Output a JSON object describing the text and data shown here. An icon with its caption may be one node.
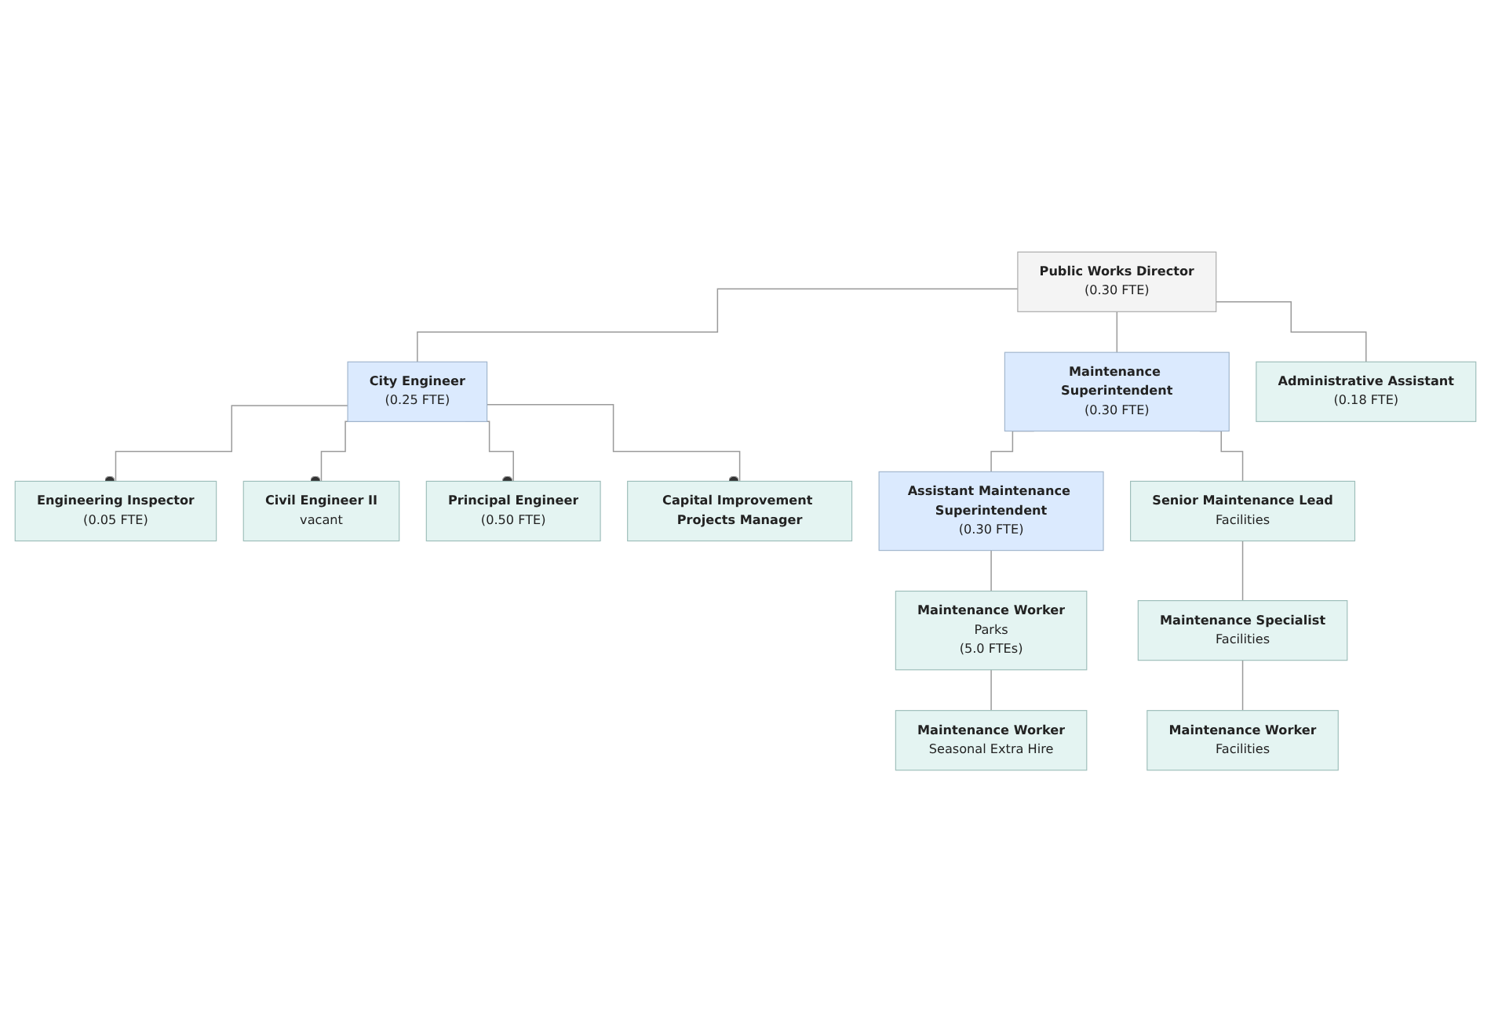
{
  "diagram": {
    "nodes": [
      {
        "text": [
          "Public Works Director",
          "(0.30 FTE)"
        ]
      },
      {
        "text": [
          "City Engineer",
          "(0.25 FTE)"
        ]
      },
      {
        "text": [
          "Maintenance Superintendent",
          "(0.30 FTE)"
        ]
      },
      {
        "text": [
          "Administrative Assistant",
          "(0.18 FTE)"
        ]
      },
      {
        "text": [
          "Engineering Inspector",
          "(0.05 FTE)"
        ]
      },
      {
        "text": [
          "Civil Engineer II",
          "vacant"
        ]
      },
      {
        "text": [
          "Principal Engineer",
          "(0.50 FTE)"
        ]
      },
      {
        "text": [
          "Capital Improvement Projects Manager"
        ]
      },
      {
        "text": [
          "Assistant Maintenance Superintendent",
          "(0.30 FTE)"
        ]
      },
      {
        "text": [
          "Senior Maintenance Lead",
          "Facilities"
        ]
      },
      {
        "text": [
          "Maintenance Worker",
          "Parks",
          "(5.0 FTEs)"
        ]
      },
      {
        "text": [
          "Maintenance Specialist",
          "Facilities"
        ]
      },
      {
        "text": [
          "Maintenance Worker",
          "Seasonal Extra Hire"
        ]
      },
      {
        "text": [
          "Maintenance Worker",
          "Facilities"
        ]
      }
    ],
    "edges": [
      {
        "from": 0,
        "to": 1,
        "arrow": "none"
      },
      {
        "from": 0,
        "to": 2,
        "arrow": "none"
      },
      {
        "from": 0,
        "to": 3,
        "arrow": "none"
      },
      {
        "from": 1,
        "to": 4,
        "arrow": "other"
      },
      {
        "from": 1,
        "to": 5,
        "arrow": "other"
      },
      {
        "from": 1,
        "to": 6,
        "arrow": "other"
      },
      {
        "from": 1,
        "to": 7,
        "arrow": "other"
      },
      {
        "from": 2,
        "to": 8,
        "arrow": "none"
      },
      {
        "from": 2,
        "to": 9,
        "arrow": "none"
      },
      {
        "from": 8,
        "to": 10,
        "arrow": "none"
      },
      {
        "from": 10,
        "to": 12,
        "arrow": "none"
      },
      {
        "from": 9,
        "to": 11,
        "arrow": "none"
      },
      {
        "from": 11,
        "to": 13,
        "arrow": "none"
      }
    ]
  }
}
